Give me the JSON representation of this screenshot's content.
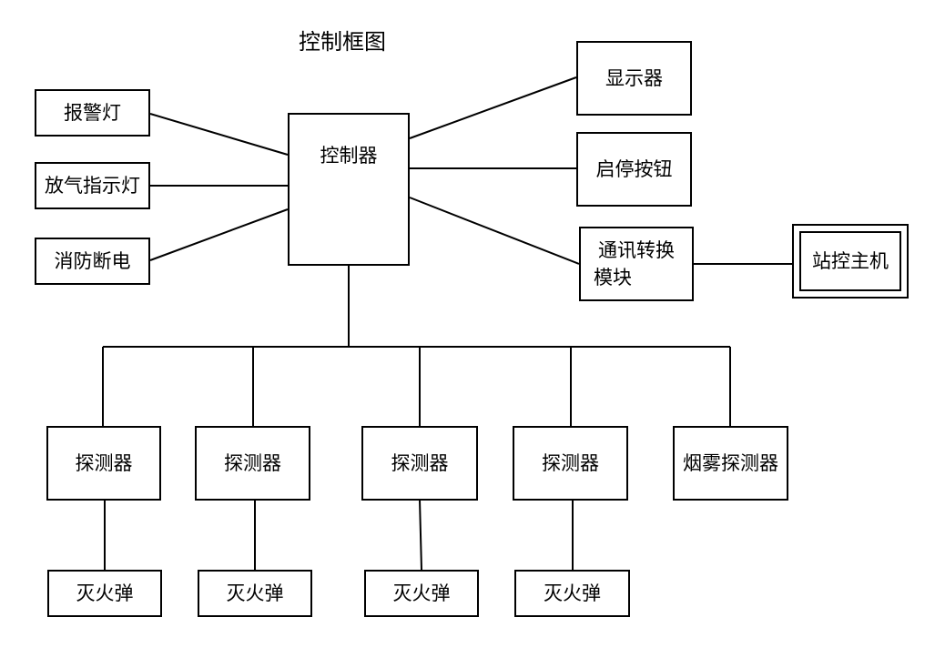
{
  "title": "控制框图",
  "nodes": {
    "alarm_light": "报警灯",
    "release_indicator": "放气指示灯",
    "power_cut": "消防断电",
    "controller": "控制器",
    "display": "显示器",
    "start_stop_button": "启停按钮",
    "comm_module_line1": "通讯转换",
    "comm_module_line2": "模块",
    "station_host": "站控主机",
    "detector_1": "探测器",
    "detector_2": "探测器",
    "detector_3": "探测器",
    "detector_4": "探测器",
    "smoke_detector": "烟雾探测器",
    "extinguisher_1": "灭火弹",
    "extinguisher_2": "灭火弹",
    "extinguisher_3": "灭火弹",
    "extinguisher_4": "灭火弹"
  },
  "edges": [
    [
      "alarm_light",
      "controller"
    ],
    [
      "release_indicator",
      "controller"
    ],
    [
      "power_cut",
      "controller"
    ],
    [
      "controller",
      "display"
    ],
    [
      "controller",
      "start_stop_button"
    ],
    [
      "controller",
      "comm_module"
    ],
    [
      "comm_module",
      "station_host"
    ],
    [
      "controller",
      "detector_1"
    ],
    [
      "controller",
      "detector_2"
    ],
    [
      "controller",
      "detector_3"
    ],
    [
      "controller",
      "detector_4"
    ],
    [
      "controller",
      "smoke_detector"
    ],
    [
      "detector_1",
      "extinguisher_1"
    ],
    [
      "detector_2",
      "extinguisher_2"
    ],
    [
      "detector_3",
      "extinguisher_3"
    ],
    [
      "detector_4",
      "extinguisher_4"
    ]
  ]
}
